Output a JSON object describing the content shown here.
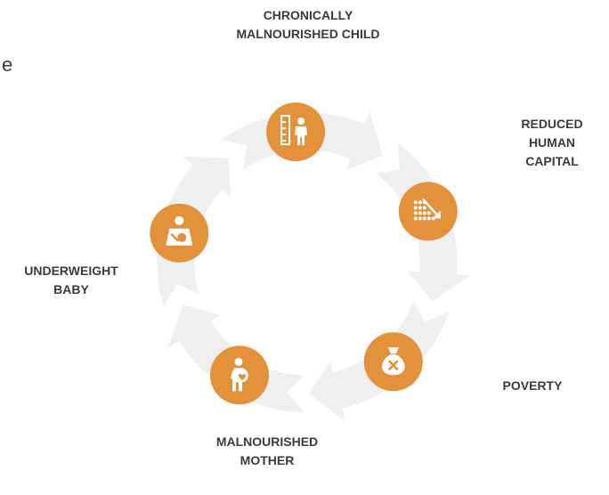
{
  "cut_off_text": "e",
  "colors": {
    "arrow_fill": "#efefef",
    "arrow_stroke": "#ffffff",
    "icon_circle": "#e3913a",
    "icon_glyph": "#ffffff",
    "label_text": "#3b3b3b"
  },
  "cycle": [
    {
      "lines": [
        "CHRONICALLY",
        "MALNOURISHED CHILD"
      ],
      "icon": "child-height-measure-icon"
    },
    {
      "lines": [
        "REDUCED",
        "HUMAN",
        "CAPITAL"
      ],
      "icon": "declining-dots-icon"
    },
    {
      "lines": [
        "POVERTY"
      ],
      "icon": "empty-money-bag-icon"
    },
    {
      "lines": [
        "MALNOURISHED",
        "MOTHER"
      ],
      "icon": "pregnant-woman-icon"
    },
    {
      "lines": [
        "UNDERWEIGHT",
        "BABY"
      ],
      "icon": "baby-scale-icon"
    }
  ]
}
